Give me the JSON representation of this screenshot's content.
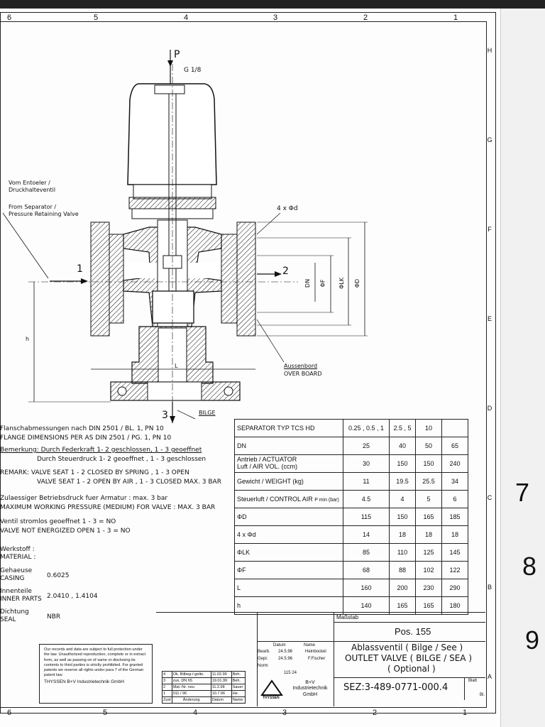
{
  "border": {
    "columns_top": [
      "6",
      "5",
      "4",
      "3",
      "2",
      "1"
    ],
    "columns_bottom": [
      "6",
      "5",
      "4",
      "3",
      "2",
      "1"
    ],
    "rows_right": [
      "H",
      "G",
      "F",
      "E",
      "D",
      "C",
      "B",
      "A"
    ]
  },
  "side_numbers": [
    "7",
    "8",
    "9"
  ],
  "drawing": {
    "port_p": "P",
    "port_thread": "G 1/8",
    "port_1": "1",
    "port_2": "2",
    "port_3": "3",
    "bilge": "BILGE",
    "from_de": "Vom Entoeler /",
    "from_de2": "Druckhalteventil",
    "from_en": "From Separator /",
    "from_en2": "Pressure Retaining Valve",
    "bolts": "4 x Φd",
    "dim_dn": "DN",
    "dim_f": "ΦF",
    "dim_lk": "ΦLK",
    "dim_d": "ΦD",
    "dim_h": "h",
    "dim_l": "L",
    "overboard_de": "Aussenbord",
    "overboard_en": "OVER BOARD"
  },
  "notes": [
    "Flanschabmessungen nach DIN 2501 / BL. 1, PN 10",
    "FLANGE DIMENSIONS PER AS DIN 2501 / PG. 1, PN 10",
    "Bemerkung: Durch Federkraft 1- 2 geschlossen, 1 - 3 geoeffnet",
    "Durch Steuerdruck 1- 2 geoeffnet , 1 - 3 geschlossen",
    "REMARK:   VALVE SEAT 1 - 2 CLOSED BY SPRING , 1 - 3 OPEN",
    "VALVE SEAT 1 - 2 OPEN BY AIR , 1 - 3 CLOSED MAX. 3 BAR",
    "Zulaessiger Betriebsdruck fuer Armatur : max. 3 bar",
    "MAXIMUM WORKING PRESSURE (MEDIUM) FOR VALVE : MAX. 3 BAR",
    "Ventil stromlos geoeffnet   1 - 3   = NO",
    "VALVE NOT ENERGIZED OPEN 1 - 3   = NO"
  ],
  "materials": {
    "header_de": "Werkstoff :",
    "header_en": "MATERIAL :",
    "rows": [
      {
        "de": "Gehaeuse",
        "en": "CASING",
        "value": "0.6025"
      },
      {
        "de": "Innenteile",
        "en": "INNER PARTS",
        "value": "2.0410 , 1.4104"
      },
      {
        "de": "Dichtung",
        "en": "SEAL",
        "value": "NBR"
      }
    ]
  },
  "spec_table": {
    "rows": [
      {
        "label": "SEPARATOR TYP TCS HD",
        "sub": "",
        "values": [
          "0.25 , 0.5 , 1",
          "2.5 , 5",
          "10",
          ""
        ]
      },
      {
        "label": "DN",
        "sub": "",
        "values": [
          "25",
          "40",
          "50",
          "65"
        ]
      },
      {
        "label": "Antrieb / ACTUATOR",
        "label2": "Luft / AIR VOL. (ccm)",
        "sub": "",
        "values": [
          "30",
          "150",
          "150",
          "240"
        ]
      },
      {
        "label": "Gewicht / WEIGHT (kg)",
        "sub": "",
        "values": [
          "11",
          "19.5",
          "25.5",
          "34"
        ]
      },
      {
        "label": "Steuerluft / CONTROL AIR",
        "sub": "P min (bar)",
        "values": [
          "4.5",
          "4",
          "5",
          "6"
        ]
      },
      {
        "label": "ΦD",
        "sub": "",
        "values": [
          "115",
          "150",
          "165",
          "185"
        ]
      },
      {
        "label": "4 x Φd",
        "sub": "",
        "values": [
          "14",
          "18",
          "18",
          "18"
        ]
      },
      {
        "label": "ΦLK",
        "sub": "",
        "values": [
          "85",
          "110",
          "125",
          "145"
        ]
      },
      {
        "label": "ΦF",
        "sub": "",
        "values": [
          "68",
          "88",
          "102",
          "122"
        ]
      },
      {
        "label": "L",
        "sub": "",
        "values": [
          "160",
          "200",
          "230",
          "290"
        ]
      },
      {
        "label": "h",
        "sub": "",
        "values": [
          "140",
          "165",
          "165",
          "180"
        ]
      }
    ]
  },
  "copyright": "Our records and data are subject to full protection under the law. Unauthorized reproduction, complete or in extract form, as well as passing on of same or disclosing its contents to third parties is strictly prohibited. For granted patents we reserve all rights under para 7 of the German patent law.",
  "copyright_company": "THYSSEN B+V Industrietechnik GmbH",
  "title_block": {
    "massstab": "Maßstab",
    "pos": "Pos. 155",
    "title_de": "Ablassventil ( Bilge / See )",
    "title_en": "OUTLET VALVE ( BILGE / SEA )",
    "title_opt": "( Optional )",
    "drawing_no": "SEZ:3-489-0771-000.4",
    "blatt": "Blatt",
    "bl": "Bl.",
    "company_logo": "THYSSEN",
    "company": "B+V Industrietechnik GmbH",
    "doc_no": "115 24",
    "header_datum": "Datum",
    "header_name": "Name",
    "bearb": "Bearb.",
    "gepr": "Gepr.",
    "norm": "Norm",
    "bearb_date": "24.5.96",
    "bearb_name": "Heinbockel",
    "gepr_date": "24.5.96",
    "gepr_name": "F.Fischer"
  },
  "revisions": [
    {
      "no": "4",
      "text": "Ok. Bilbeg-/-gelte.",
      "date": "11.02.99",
      "name": "Beh."
    },
    {
      "no": "3",
      "text": "zus. DN 65",
      "date": "19.01.99",
      "name": "Beh."
    },
    {
      "no": "2",
      "text": "Mat.-Nr. neu",
      "date": "11.2.98",
      "name": "Sauer"
    },
    {
      "no": "1",
      "text": "011 / 96",
      "date": "10.7.96",
      "name": "He."
    }
  ],
  "rev_footer": {
    "zust": "Zust",
    "aend": "Änderung",
    "datum": "Datum",
    "name": "Name"
  }
}
